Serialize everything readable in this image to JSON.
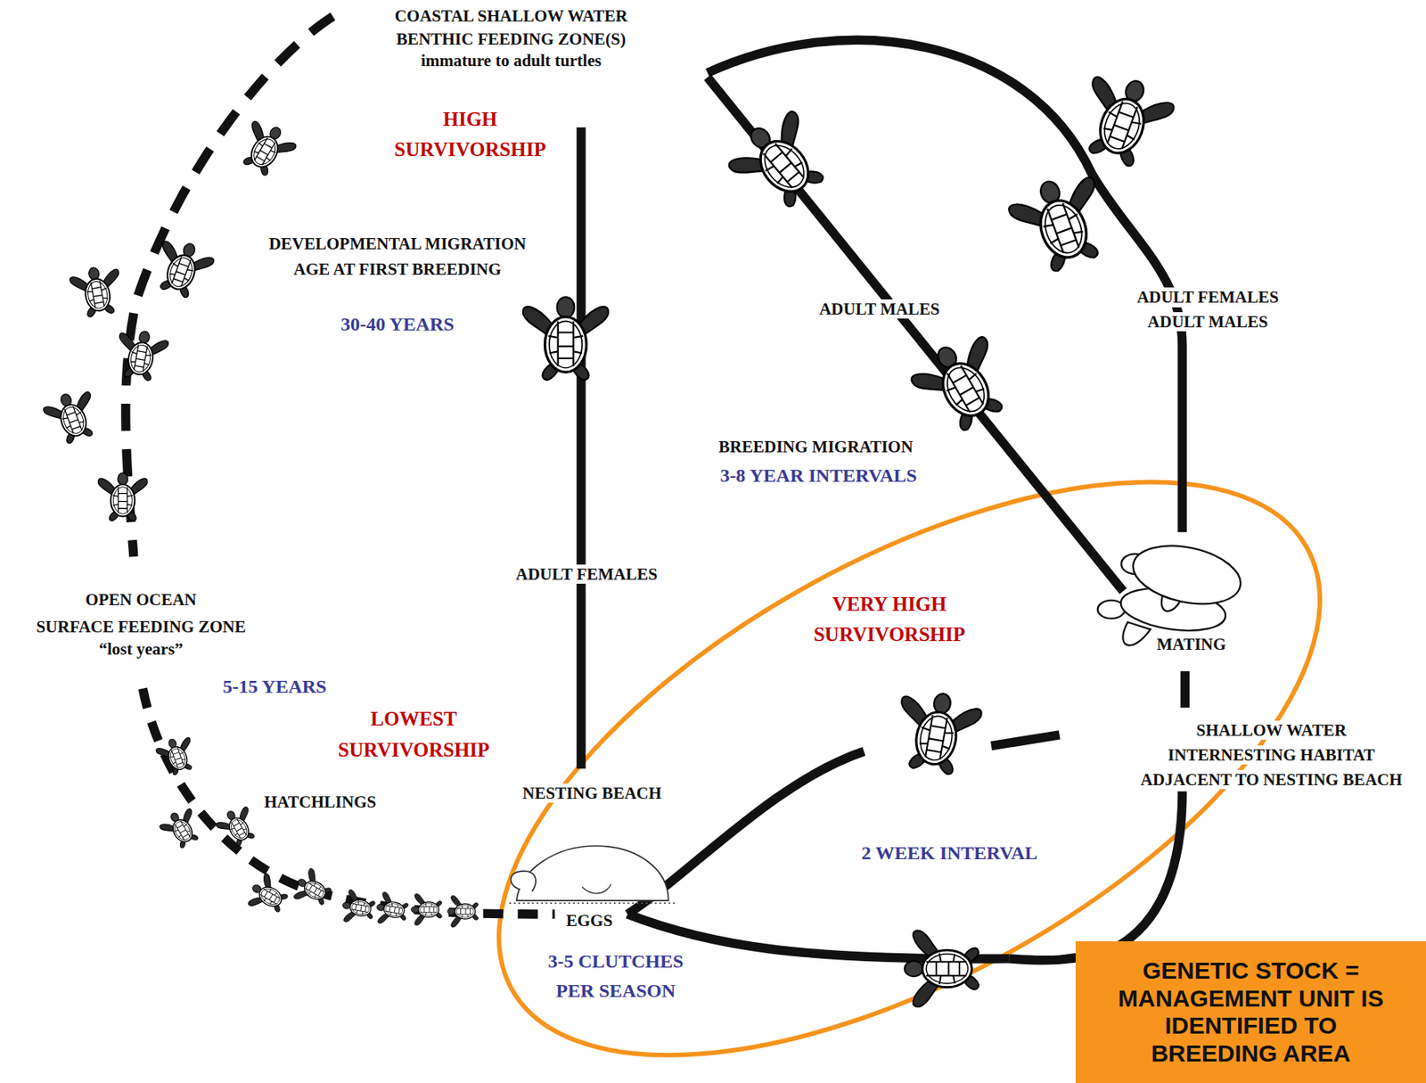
{
  "diagram": {
    "nodes": [
      {
        "text": [
          "GENETIC STOCK = MANAGEMENT UNIT IS IDENTIFIED TO BREEDING AREA"
        ]
      }
    ],
    "labels": [
      "COASTAL SHALLOW WATER",
      "BENTHIC FEEDING ZONE(S)",
      "immature to adult turtles",
      "HIGH",
      "SURVIVORSHIP",
      "DEVELOPMENTAL MIGRATION",
      "AGE AT FIRST BREEDING",
      "30-40 YEARS",
      "ADULT MALES",
      "ADULT FEMALES",
      "ADULT MALES",
      "BREEDING MIGRATION",
      "3-8 YEAR INTERVALS",
      "ADULT FEMALES",
      "VERY HIGH",
      "SURVIVORSHIP",
      "MATING",
      "OPEN OCEAN",
      "SURFACE FEEDING ZONE",
      "“lost years”",
      "5-15 YEARS",
      "LOWEST",
      "SURVIVORSHIP",
      "HATCHLINGS",
      "NESTING BEACH",
      "SHALLOW WATER",
      "INTERNESTING HABITAT",
      "ADJACENT TO NESTING BEACH",
      "2 WEEK INTERVAL",
      "EGGS",
      "3-5 CLUTCHES",
      "PER SEASON"
    ]
  }
}
